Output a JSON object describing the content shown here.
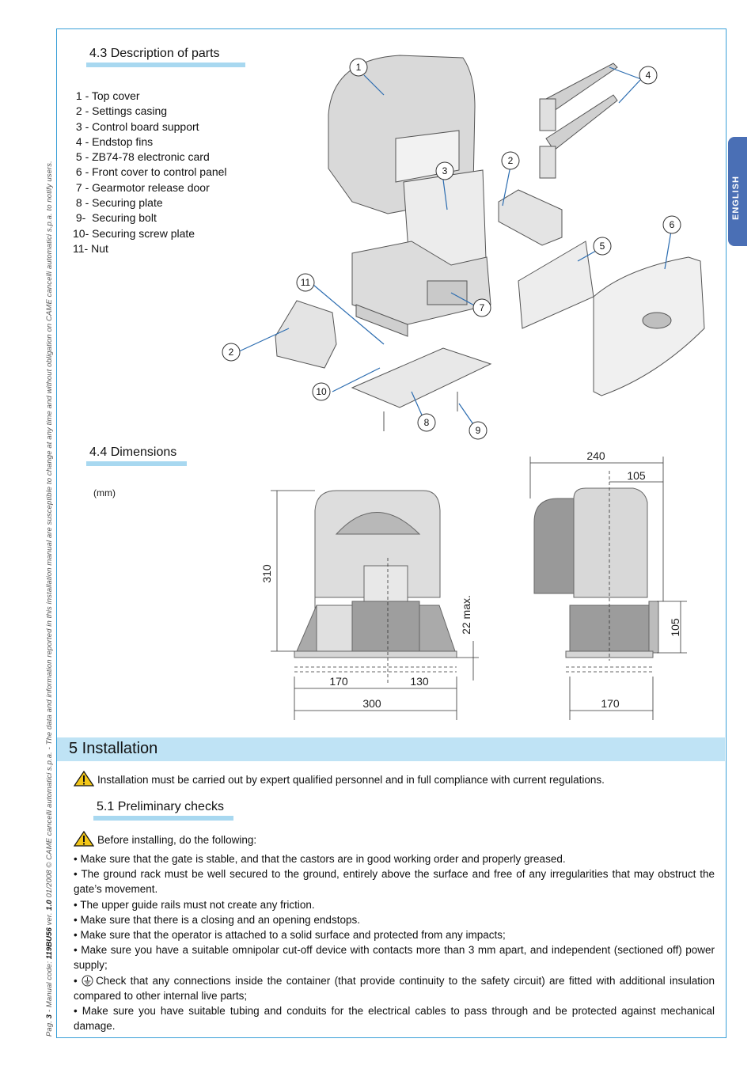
{
  "sidebar": {
    "page_label": "Pag. ",
    "page_number": "3",
    "code_label": " - Manual code: ",
    "code": "119BU56",
    "version_label": " ver. ",
    "version": "1.0",
    "tail": " 01/2008 © CAME cancelli automatici s.p.a. - The data and information reported in this installation manual are susceptible to change at any time and without obligation on CAME cancelli automatici s.p.a. to notify users."
  },
  "language_tab": "ENGLISH",
  "parts_section": {
    "title": "4.3 Description of parts",
    "items": [
      " 1 - Top cover",
      " 2 - Settings casing",
      " 3 - Control board support",
      " 4 - Endstop fins",
      " 5 - ZB74-78 electronic card",
      " 6 - Front cover to control panel",
      " 7 - Gearmotor release door",
      " 8 - Securing plate",
      " 9-  Securing bolt",
      "10- Securing screw plate",
      "11- Nut"
    ],
    "callouts": [
      "1",
      "2",
      "3",
      "4",
      "5",
      "6",
      "7",
      "8",
      "9",
      "10",
      "11",
      "2"
    ]
  },
  "dimensions_section": {
    "title": "4.4 Dimensions",
    "unit": "(mm)",
    "front_view": {
      "height": "310",
      "left_width": "170",
      "right_width": "130",
      "total_width": "300",
      "clearance": "22 max."
    },
    "side_view": {
      "total_width": "240",
      "upper_width": "105",
      "base_height": "105",
      "base_width": "170"
    }
  },
  "installation": {
    "title": "5 Installation",
    "warning": "Installation must be carried out by expert qualified personnel and in full compliance with current regulations.",
    "checks_title": "5.1 Preliminary checks",
    "checks_intro": "Before installing, do the following:",
    "checks": [
      "• Make sure that the gate is stable, and that the castors are in good working order and properly greased.",
      "• The ground rack must be well secured to the ground, entirely above the surface and free of any irregularities that may obstruct the gate’s movement.",
      "• The upper guide rails must not create any friction.",
      "• Make sure that there is a closing and an opening endstops.",
      "• Make sure that the operator is attached to a solid surface and protected from any impacts;",
      "• Make sure you have a suitable omnipolar cut-off device with contacts more than 3 mm apart, and independent (sectioned off) power supply;"
    ],
    "ground_check_prefix": "• ",
    "ground_check": "Check that any connections inside the container (that provide continuity to the safety circuit) are fitted with additional insulation compared to other internal live parts;",
    "last_check": "• Make sure you have suitable tubing and conduits for the electrical cables to pass through and be protected against mechanical damage."
  }
}
